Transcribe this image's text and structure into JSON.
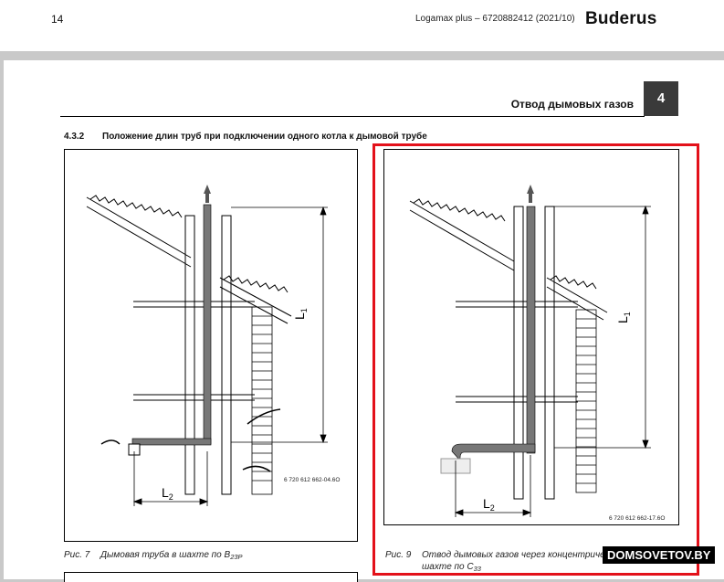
{
  "header": {
    "page_number": "14",
    "doc_title": "Logamax plus – 6720882412 (2021/10)",
    "brand": "Buderus"
  },
  "section": {
    "title": "Отвод дымовых газов",
    "number": "4"
  },
  "subsection": {
    "number": "4.3.2",
    "title": "Положение длин труб при подключении одного котла к дымовой трубе"
  },
  "figures": [
    {
      "code": "6 720 612 662-04.6O",
      "label_l1": "L",
      "label_l1_sub": "1",
      "label_l2": "L",
      "label_l2_sub": "2",
      "caption_label": "Рис. 7",
      "caption_text": "Дымовая труба в шахте по B",
      "caption_sub": "23P"
    },
    {
      "code": "6 720 612 662-17.6O",
      "label_l1": "L",
      "label_l1_sub": "1",
      "label_l2": "L",
      "label_l2_sub": "2",
      "caption_label": "Рис. 9",
      "caption_text": "Отвод дымовых газов через концентричес",
      "caption_line2": "шахте по C",
      "caption_sub": "33"
    }
  ],
  "watermark": "DOMSOVETOV.BY",
  "colors": {
    "highlight": "#e3111a",
    "section_badge": "#3a3a3a",
    "pipe": "#666666"
  }
}
